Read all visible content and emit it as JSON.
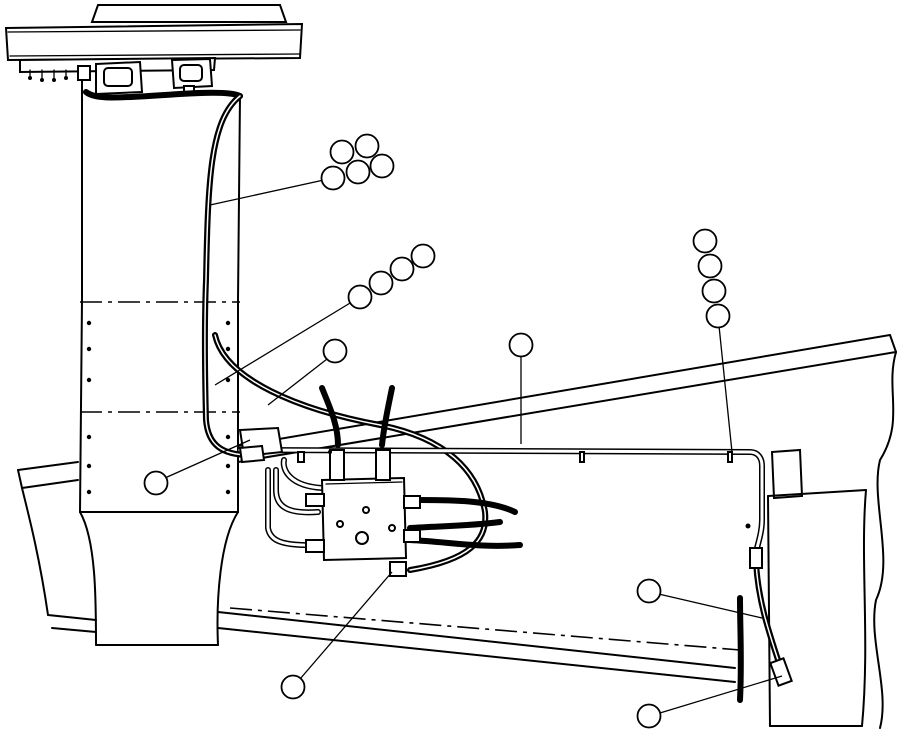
{
  "diagram": {
    "kind": "hydraulic hose routing illustration",
    "callout_groups": [
      {
        "id": "upper-hose",
        "balloon_count": 5
      },
      {
        "id": "mid-hose",
        "balloon_count": 4
      },
      {
        "id": "center-hose",
        "balloon_count": 1
      },
      {
        "id": "tube-line",
        "balloon_count": 1
      },
      {
        "id": "right-stack",
        "balloon_count": 4
      },
      {
        "id": "left-mount",
        "balloon_count": 1
      },
      {
        "id": "valve-fitting",
        "balloon_count": 1
      },
      {
        "id": "right-hose",
        "balloon_count": 1
      },
      {
        "id": "right-fitting",
        "balloon_count": 1
      }
    ],
    "balloon_text": ""
  }
}
